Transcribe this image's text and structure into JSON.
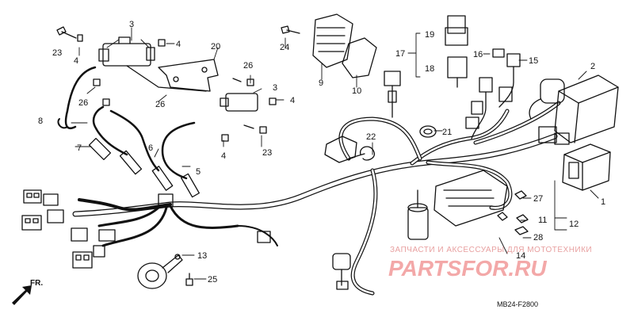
{
  "callouts": [
    "1",
    "2",
    "3",
    "3",
    "4",
    "4",
    "4",
    "5",
    "6",
    "7",
    "8",
    "9",
    "10",
    "11",
    "12",
    "13",
    "14",
    "15",
    "16",
    "17",
    "18",
    "19",
    "20",
    "21",
    "22",
    "23",
    "23",
    "24",
    "25",
    "26",
    "26",
    "26",
    "27",
    "28"
  ],
  "watermark": {
    "line1": "ЗАПЧАСТИ И АКСЕССУАРЫ ДЛЯ МОТОТЕХНИКИ",
    "line2": "PARTSFOR.RU"
  },
  "diagram_code": "MB24-F2800",
  "direction_label": "FR.",
  "colors": {
    "ink": "#111111",
    "watermark": "#f08c8c"
  }
}
